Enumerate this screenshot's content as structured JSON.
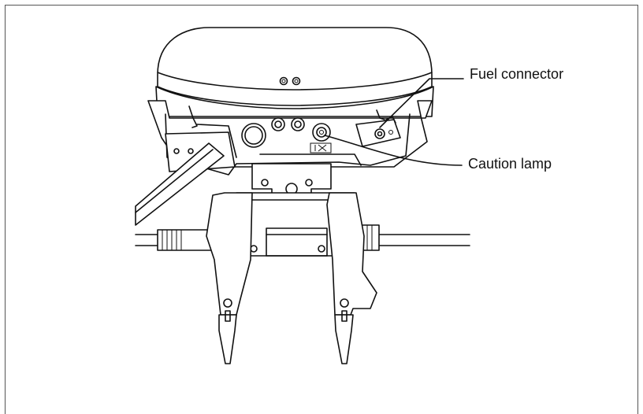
{
  "figure": {
    "callouts": [
      {
        "id": "fuel",
        "text": "Fuel connector"
      },
      {
        "id": "lamp",
        "text": "Caution lamp"
      }
    ]
  }
}
